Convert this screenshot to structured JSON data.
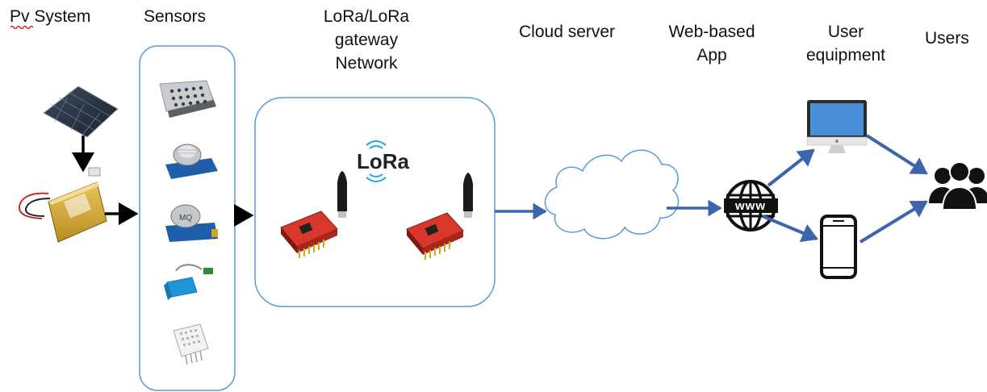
{
  "labels": {
    "pv_system": "Pv System",
    "sensors": "Sensors",
    "gateway": [
      "LoRa/LoRa",
      "gateway",
      "Network"
    ],
    "cloud_server": "Cloud server",
    "web_app": [
      "Web-based",
      "App"
    ],
    "user_equipment": [
      "User",
      "equipment"
    ],
    "users": "Users"
  },
  "lora_logo": "LoRa",
  "www_text": "www",
  "colors": {
    "frame_stroke": "#5b9bd5",
    "arrow_blue": "#3c65ad",
    "arrow_black": "#000000",
    "monitor_screen": "#4a90d9",
    "board_red": "#d8372b",
    "sensor_blue": "#1f95d8"
  },
  "icons": [
    "solar-panel-icon",
    "battery-icon",
    "gas-sensor-icon",
    "mq-sensor-icon",
    "mq-sensor-2-icon",
    "dht11-sensor-icon",
    "dht22-sensor-icon",
    "lora-board-icon",
    "antenna-icon",
    "cloud-icon",
    "globe-www-icon",
    "monitor-icon",
    "smartphone-icon",
    "users-group-icon"
  ]
}
